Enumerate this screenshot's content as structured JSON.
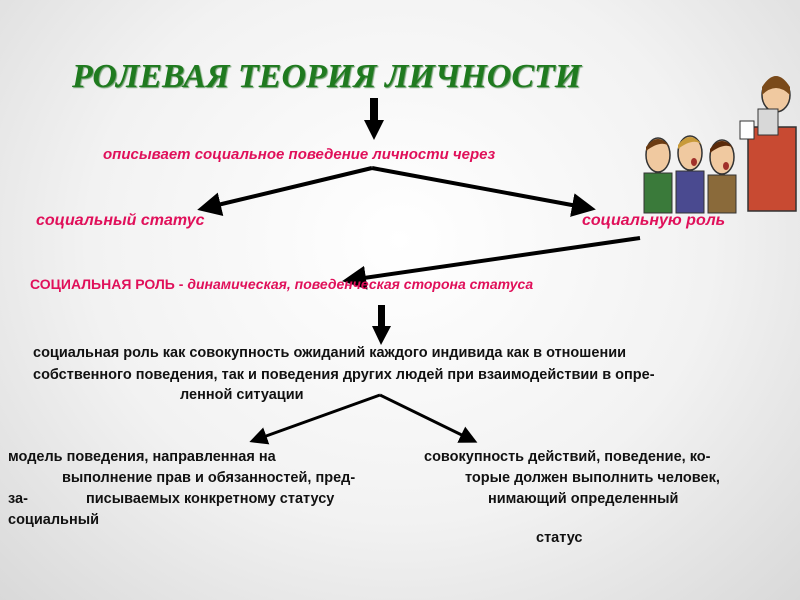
{
  "title": "РОЛЕВАЯ ТЕОРИЯ ЛИЧНОСТИ",
  "describes": "описывает социальное поведение личности через",
  "branch_left": "социальный статус",
  "branch_right": "социальную роль",
  "role_definition": {
    "term": "СОЦИАЛЬНАЯ РОЛЬ -",
    "text": "динамическая, поведенческая сторона статуса"
  },
  "explanation": {
    "line1": "социальная роль как совокупность ожиданий каждого индивида как в отношении",
    "line2": "собственного поведения, так и поведения других людей при взаимодействии в опре-",
    "line3": "ленной ситуации"
  },
  "left_block": {
    "line1": "модель поведения, направленная на",
    "line2": "выполнение прав и обязанностей, пред-",
    "line3a": "за-",
    "line3b": "писываемых конкретному статусу",
    "line4": "социальный"
  },
  "right_block": {
    "line1": "совокупность действий, поведение, ко-",
    "line2": "торые должен выполнить человек,",
    "line3": "нимающий определенный",
    "line4": "статус"
  },
  "colors": {
    "title": "#1f7a1f",
    "accent": "#e0105a",
    "arrow": "#000000"
  },
  "illustration": "people-speaking-clipart"
}
